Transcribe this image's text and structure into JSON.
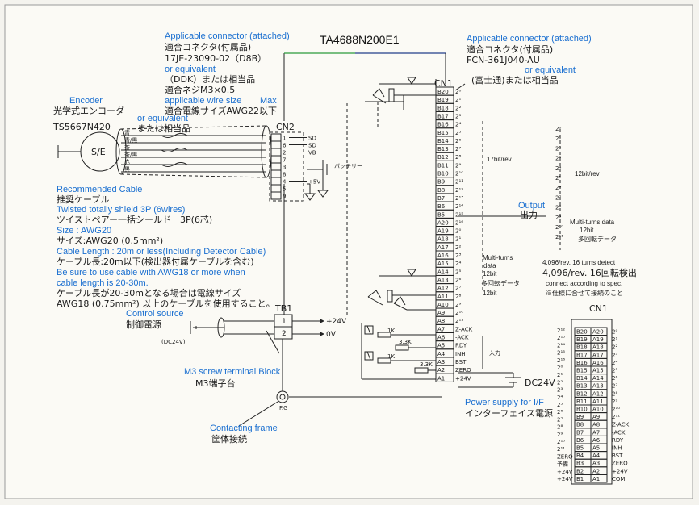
{
  "model_title": "TA4688N200E1",
  "cn2_connector": {
    "label_en": "Applicable connector (attached)",
    "label_jp": "適合コネクタ(付属品)",
    "part": "17JE-23090-02（D8B）",
    "or_equivalent_en": "or equivalent",
    "or_equivalent_jp": "（DDK）または相当品",
    "screw_jp": "適合ネジM3×0.5",
    "wire_size_en": "applicable wire size",
    "wire_size_max": "Max",
    "wire_size_jp": "適合電線サイズAWG22以下"
  },
  "encoder": {
    "label_en": "Encoder",
    "label_jp": "光学式エンコーダ",
    "or_equivalent_en": "or equivalent",
    "model": "TS5667N420",
    "model_suffix_jp": "または相当品",
    "symbol": "S/E"
  },
  "cable": {
    "rec_en": "Recommended Cable",
    "rec_jp": "推奨ケーブル",
    "type_en": "Twisted totally shield 3P (6wires)",
    "type_jp": "ツイストペアー一括シールド　3P(6芯)",
    "size_en": "Size : AWG20",
    "size_jp": "サイズ:AWG20 (0.5mm²)",
    "length_en": "Cable Length : 20m or less(Including Detector Cable)",
    "length_jp": "ケーブル長:20m以下(検出器付属ケーブルを含む)",
    "awg18_en_1": "Be sure to use cable with AWG18 or more when",
    "awg18_en_2": "cable length is 20-30m.",
    "awg18_jp_1": "ケーブル長が20-30mとなる場合は電線サイズ",
    "awg18_jp_2": "AWG18 (0.75mm²) 以上のケーブルを使用すること。"
  },
  "wire_colors": [
    "青",
    "青/黒",
    "茶",
    "茶/黒",
    "赤",
    "黒"
  ],
  "cn2": {
    "label": "CN2",
    "pins": [
      "1",
      "6",
      "2",
      "7",
      "3",
      "8",
      "4",
      "5",
      "9"
    ],
    "signals": [
      "SD",
      "SD",
      "VB",
      "",
      "",
      "",
      "+5V",
      "",
      ""
    ],
    "battery_jp": "バッテリー"
  },
  "control_source": {
    "en": "Control source",
    "jp": "制御電源",
    "voltage": "(DC24V)"
  },
  "tb1": {
    "label": "TB1",
    "pins": [
      "1",
      "2"
    ],
    "signals": [
      "+24V",
      "0V"
    ],
    "block_en": "M3 screw terminal Block",
    "block_jp": "M3端子台",
    "fg": "F.G",
    "frame_en": "Contacting frame",
    "frame_jp": "筐体接続"
  },
  "resistors": [
    "1K",
    "1K",
    "3.3K",
    "3.3K"
  ],
  "cn1_connector": {
    "label_en": "Applicable connector (attached)",
    "label_jp": "適合コネクタ(付属品)",
    "part": "FCN-361J040-AU",
    "or_equivalent_en": "or equivalent",
    "or_equivalent_jp": "(富士通)または相当品"
  },
  "cn1": {
    "label": "CN1",
    "pins": [
      "B20",
      "B19",
      "B18",
      "B17",
      "B16",
      "B15",
      "B14",
      "B13",
      "B12",
      "B11",
      "B10",
      "B9",
      "B8",
      "B7",
      "B6",
      "B5",
      "A20",
      "A19",
      "A18",
      "A17",
      "A16",
      "A15",
      "A14",
      "A13",
      "A12",
      "A11",
      "A10",
      "A9",
      "A8",
      "A7",
      "A6",
      "A5",
      "A4",
      "A3",
      "A2",
      "A1"
    ],
    "bits": [
      "2⁰",
      "2¹",
      "2²",
      "2³",
      "2⁴",
      "2⁵",
      "2⁶",
      "2⁷",
      "2⁸",
      "2⁹",
      "2¹⁰",
      "2¹¹",
      "2¹²",
      "2¹³",
      "2¹⁴",
      "2¹⁵",
      "2¹⁶",
      "2⁰",
      "2¹",
      "2²",
      "2³",
      "2⁴",
      "2⁵",
      "2⁶",
      "2⁷",
      "2⁸",
      "2⁹",
      "2¹⁰",
      "2¹¹",
      "Z-ACK",
      "-ACK",
      "RDY",
      "INH",
      "BST",
      "ZERO",
      "+24V",
      "+24V",
      "COM",
      "COM"
    ],
    "signals": [
      "Z-ACK",
      "-ACK",
      "RDY",
      "INH",
      "BST",
      "ZERO",
      "+24V",
      "+24V",
      "COM",
      "COM"
    ]
  },
  "output": {
    "bits17": "17bit/rev",
    "en": "Output",
    "jp": "出力",
    "bits12": "12bit/rev",
    "multiturns_en": "Multi-turns data",
    "multiturns_bits": "12bit",
    "multiturns_jp": "多回転データ",
    "mt2_en_1": "Multi-turns",
    "mt2_en_2": "data",
    "mt2_bits": "12bit",
    "mt2_jp": "多回転データ",
    "mt2_bits_2": "12bit",
    "detect_en": "4,096/rev. 16 turns detect",
    "detect_jp": "4,096/rev. 16回転検出",
    "connect_en": "connect according to spec.",
    "connect_jp": "※仕様に合せて接続のこと",
    "nyuryoku_jp": "入力"
  },
  "power_if": {
    "voltage": "DC24V",
    "en": "Power supply for I/F",
    "jp": "インターフェイス電源"
  },
  "cn1_mini": {
    "label": "CN1",
    "rows": [
      [
        "B20",
        "A20",
        "2⁰"
      ],
      [
        "B19",
        "A19",
        "2¹"
      ],
      [
        "B18",
        "A18",
        "2²"
      ],
      [
        "B17",
        "A17",
        "2³"
      ],
      [
        "B16",
        "A16",
        "2⁴"
      ],
      [
        "B15",
        "A15",
        "2⁵"
      ],
      [
        "B14",
        "A14",
        "2⁶"
      ],
      [
        "B13",
        "A13",
        "2⁷"
      ],
      [
        "B12",
        "A12",
        "2⁸"
      ],
      [
        "B11",
        "A11",
        "2⁹"
      ],
      [
        "B10",
        "A10",
        "2¹⁰"
      ],
      [
        "B9",
        "A9",
        "2¹¹"
      ],
      [
        "B8",
        "A8",
        "Z-ACK"
      ],
      [
        "B7",
        "A7",
        "-ACK"
      ],
      [
        "B6",
        "A6",
        "RDY"
      ],
      [
        "B5",
        "A5",
        "INH"
      ],
      [
        "B4",
        "A4",
        "BST"
      ],
      [
        "B3",
        "A3",
        "ZERO"
      ],
      [
        "B2",
        "A2",
        "+24V"
      ],
      [
        "B1",
        "A1",
        "COM"
      ]
    ],
    "left_labels": [
      "2¹²",
      "2¹³",
      "2¹⁴",
      "2¹⁵",
      "2¹⁶",
      "2⁰",
      "2¹",
      "2²",
      "2³",
      "2⁴",
      "2⁵",
      "2⁶",
      "2⁷",
      "2⁸",
      "2⁹",
      "2¹⁰",
      "2¹¹",
      "ZERO",
      "予備",
      "+24V",
      "+24V"
    ]
  },
  "mini_bits": [
    "2⁰",
    "2¹",
    "2²",
    "2³",
    "2⁴",
    "2⁵",
    "2⁶",
    "2⁷",
    "2⁸",
    "2⁹",
    "2¹⁰",
    "2¹¹"
  ]
}
